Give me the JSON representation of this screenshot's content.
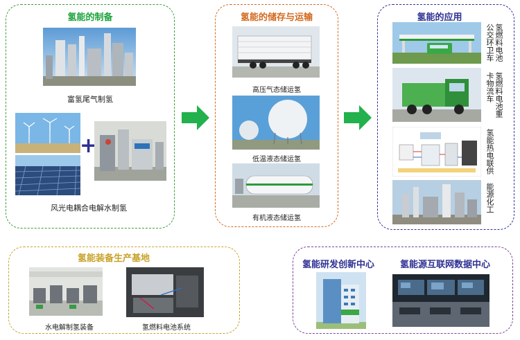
{
  "production": {
    "title": "氢能的制备",
    "tail_gas_caption": "富氢尾气制氢",
    "electrolysis_caption": "风光电耦合电解水制氢",
    "plus": "+"
  },
  "storage": {
    "title": "氢能的储存与运输",
    "items": [
      "高压气态储运氢",
      "低温液态储运氢",
      "有机液态储运氢"
    ]
  },
  "application": {
    "title": "氢能的应用",
    "items": [
      "氢燃料电池公交环卫车",
      "氢燃料电池重卡物流车",
      "氢能热电联供",
      "能源化工"
    ]
  },
  "equipment": {
    "title": "氢能装备生产基地",
    "items": [
      "水电解制氢装备",
      "氢燃料电池系统"
    ]
  },
  "rnd": {
    "titles": [
      "氢能研发创新中心",
      "氢能源互联网数据中心"
    ]
  },
  "colors": {
    "green": "#1aa33a",
    "orange": "#d2691e",
    "navy": "#2e3192",
    "gold": "#c8a22a",
    "purple": "#7b3f98",
    "arrow": "#22b14c"
  }
}
